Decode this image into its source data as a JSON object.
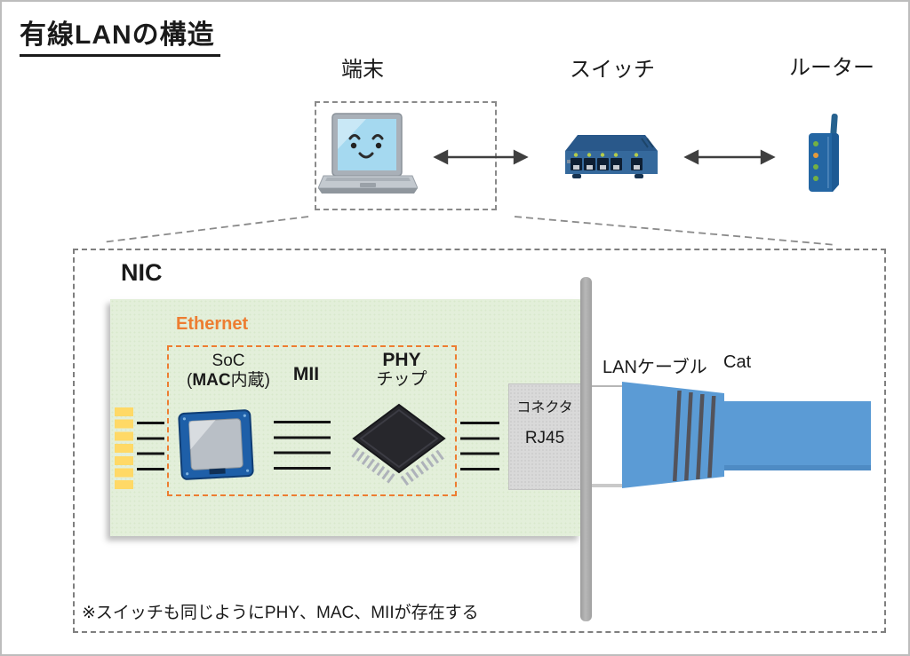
{
  "title": "有線LANの構造",
  "top_row": {
    "terminal_label": "端末",
    "switch_label": "スイッチ",
    "router_label": "ルーター"
  },
  "nic_panel": {
    "title": "NIC",
    "ethernet_label": "Ethernet",
    "soc": {
      "line1": "SoC",
      "paren_open": "(",
      "bold": "MAC",
      "rest": "内蔵)"
    },
    "mii_label": "MII",
    "phy": {
      "line1": "PHY",
      "line2": "チップ"
    },
    "connector": {
      "line1": "コネクタ",
      "line2": "RJ45"
    }
  },
  "cable": {
    "label": "LANケーブル",
    "category": "Cat"
  },
  "note": "※スイッチも同じようにPHY、MAC、MIIが存在する",
  "colors": {
    "board_green": "#e3efda",
    "ethernet_orange": "#ed7d31",
    "pin_gold": "#ffd966",
    "cable_blue": "#5b9bd5",
    "connector_gray": "#d9d9d9",
    "bracket_gray": "#a6a6a6",
    "switch_blue": "#35699c",
    "router_blue": "#2466a3",
    "led_green": "#74b043",
    "led_orange": "#e59a3c"
  }
}
